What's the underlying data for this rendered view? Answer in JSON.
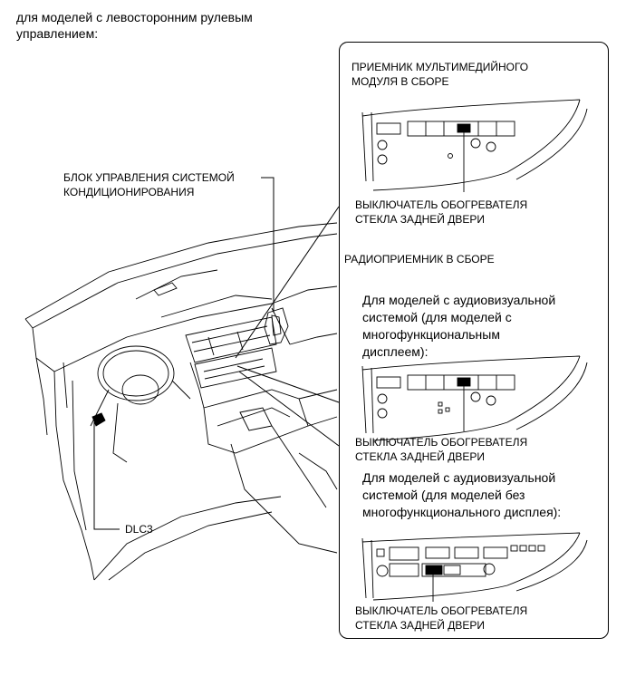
{
  "header": {
    "line1": "для моделей с левосторонним рулевым",
    "line2": "управлением:"
  },
  "labels": {
    "ac_unit": {
      "line1": "БЛОК УПРАВЛЕНИЯ СИСТЕМОЙ",
      "line2": "КОНДИЦИОНИРОВАНИЯ"
    },
    "dlc3": "DLC3"
  },
  "panel": {
    "multimedia": {
      "line1": "ПРИЕМНИК МУЛЬТИМЕДИЙНОГО",
      "line2": "МОДУЛЯ В СБОРЕ"
    },
    "switch_1": {
      "line1": "ВЫКЛЮЧАТЕЛЬ ОБОГРЕВАТЕЛЯ",
      "line2": "СТЕКЛА ЗАДНЕЙ ДВЕРИ"
    },
    "radio": "РАДИОПРИЕМНИК В СБОРЕ",
    "av_with_display": {
      "line1": "Для моделей с аудиовизуальной",
      "line2": "системой (для моделей с",
      "line3": "многофункциональным",
      "line4": "дисплеем):"
    },
    "switch_2": {
      "line1": "ВЫКЛЮЧАТЕЛЬ ОБОГРЕВАТЕЛЯ",
      "line2": "СТЕКЛА ЗАДНЕЙ ДВЕРИ"
    },
    "av_without_display": {
      "line1": "Для моделей с аудиовизуальной",
      "line2": "системой (для моделей без",
      "line3": "многофункционального дисплея):"
    },
    "switch_3": {
      "line1": "ВЫКЛЮЧАТЕЛЬ ОБОГРЕВАТЕЛЯ",
      "line2": "СТЕКЛА ЗАДНЕЙ ДВЕРИ"
    }
  }
}
